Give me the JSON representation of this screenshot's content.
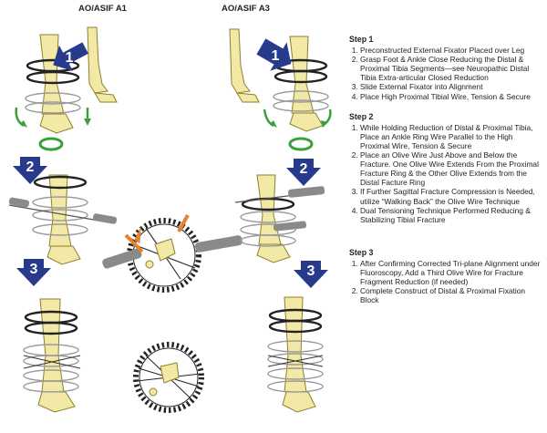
{
  "titles": {
    "left": "AO/ASIF A1",
    "right": "AO/ASIF A3"
  },
  "arrow_labels": {
    "one": "1",
    "two": "2",
    "three": "3"
  },
  "steps": [
    {
      "title": "Step 1",
      "items": [
        "Preconstructed External Fixator Placed over Leg",
        "Grasp Foot & Ankle Close Reducing the Distal & Proximal Tibia Segments—see Neuropathic Distal Tibia Extra-articular Closed Reduction",
        "Slide External Fixator into Alignment",
        "Place High Proximal Tibial Wire, Tension & Secure"
      ]
    },
    {
      "title": "Step 2",
      "items": [
        "While Holding Reduction of Distal & Proximal Tibia, Place an Ankle Ring Wire Parallel to the High Proximal Wire, Tension & Secure",
        "Place an Olive Wire Just Above and Below the Fracture. One Olive Wire Extends From the Proximal Fracture Ring & the Other Olive Extends from the Distal Facture Ring",
        "If Further Sagittal Fracture Compression is Needed, utilize “Walking Back” the Olive Wire Technique",
        "Dual Tensioning Technique Performed Reducing & Stabilizing Tibial Fracture"
      ]
    },
    {
      "title": "Step 3",
      "items": [
        "After Confirming Corrected Tri-plane Alignment under Fluoroscopy, Add a Third Olive Wire for Fracture Fragment Reduction (if needed)",
        "Complete Construct of Distal & Proximal Fixation Block"
      ]
    }
  ],
  "colors": {
    "bone": "#f3e9a6",
    "bone_outline": "#8d7f2c",
    "arrow": "#273a8c",
    "green": "#3aa13a",
    "ring_dark": "#222222",
    "ring_light": "#9a9a9a",
    "orange": "#e9822a",
    "grey_tool": "#8a8a8a"
  }
}
